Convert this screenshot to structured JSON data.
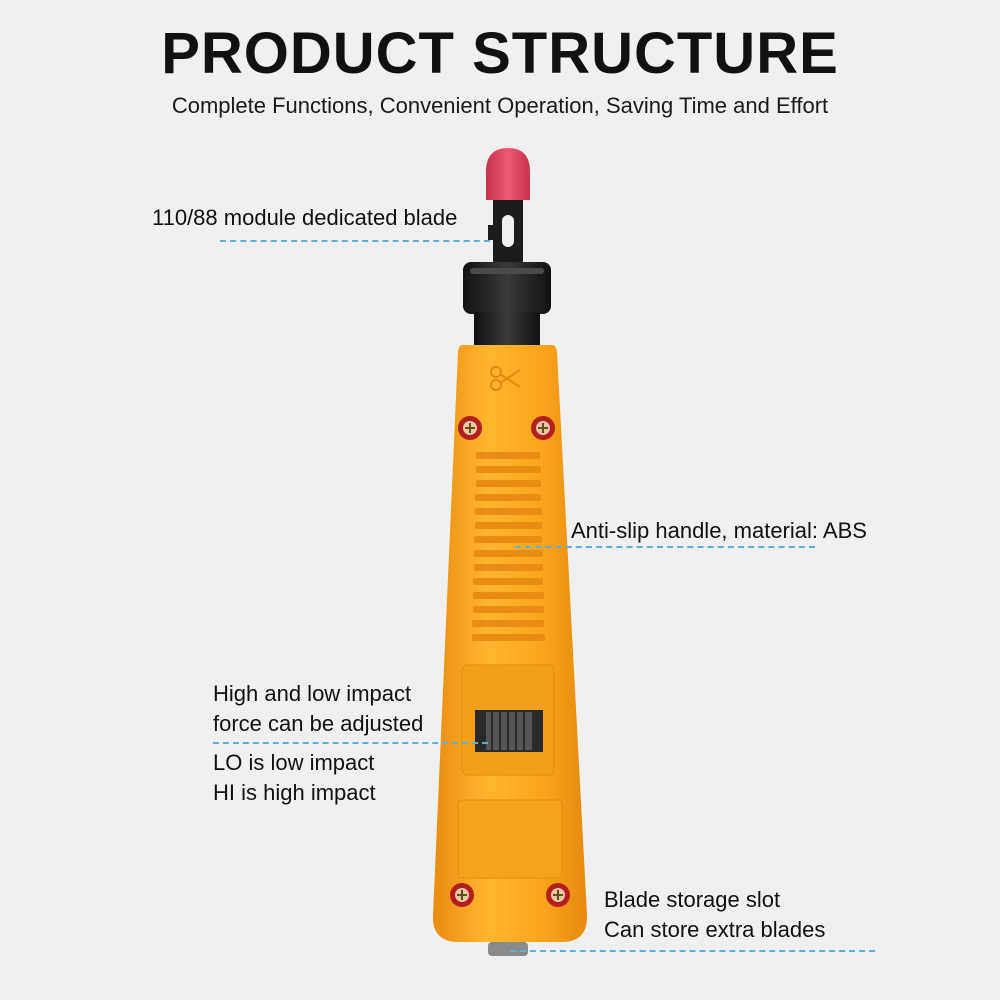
{
  "header": {
    "title": "PRODUCT STRUCTURE",
    "subtitle": "Complete Functions, Convenient Operation, Saving Time and Effort"
  },
  "callouts": {
    "blade": "110/88 module dedicated blade",
    "handle": "Anti-slip handle, material: ABS",
    "impact_line1": "High and low impact",
    "impact_line2": "force can be adjusted",
    "lo": "LO is low impact",
    "hi": "HI is high impact",
    "storage_line1": "Blade storage slot",
    "storage_line2": "Can store extra blades"
  },
  "colors": {
    "handle": "#f7a51c",
    "cap": "#e0405a",
    "leader": "#5fb0d6"
  }
}
